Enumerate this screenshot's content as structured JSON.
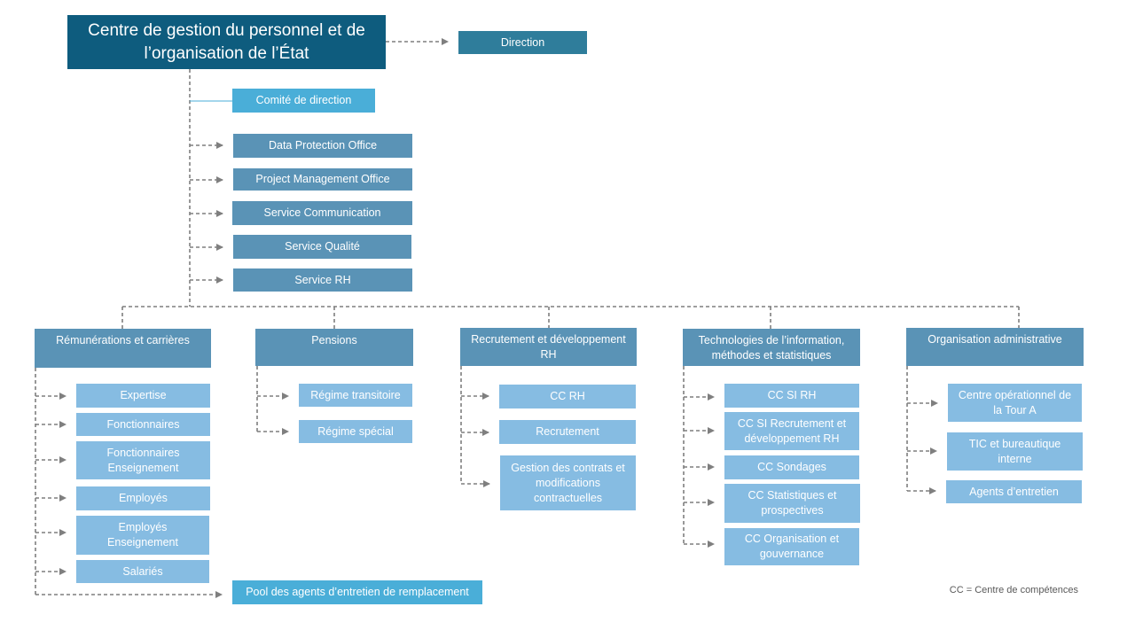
{
  "top": {
    "title": "Centre de gestion du personnel et de l’organisation de l’État"
  },
  "direction": "Direction",
  "comite": "Comité de direction",
  "staff": [
    "Data Protection Office",
    "Project Management Office",
    "Service Communication",
    "Service Qualité",
    "Service RH"
  ],
  "departments": [
    {
      "name": "Rémunérations et carrières",
      "units": [
        "Expertise",
        "Fonctionnaires",
        "Fonctionnaires Enseignement",
        "Employés",
        "Employés Enseignement",
        "Salariés"
      ]
    },
    {
      "name": "Pensions",
      "units": [
        "Régime transitoire",
        "Régime spécial"
      ]
    },
    {
      "name": "Recrutement et développement RH",
      "units": [
        "CC RH",
        "Recrutement",
        "Gestion des contrats et modifications contractuelles"
      ]
    },
    {
      "name": "Technologies de l’information, méthodes et statistiques",
      "units": [
        "CC SI RH",
        "CC SI Recrutement et développement RH",
        "CC Sondages",
        "CC Statistiques et prospectives",
        "CC Organisation et gouvernance"
      ]
    },
    {
      "name": "Organisation administrative",
      "units": [
        "Centre opérationnel de la Tour A",
        "TIC et bureautique interne",
        "Agents d’entretien"
      ]
    }
  ],
  "pool": "Pool des agents d’entretien de remplacement",
  "legend": "CC = Centre de compétences",
  "colors": {
    "top": "#0e5c7e",
    "direction": "#2f7d9b",
    "comite": "#4aaed8",
    "staff": "#5a93b6",
    "department": "#5a93b6",
    "unit": "#86bce2",
    "connector": "#7f7f7f"
  }
}
